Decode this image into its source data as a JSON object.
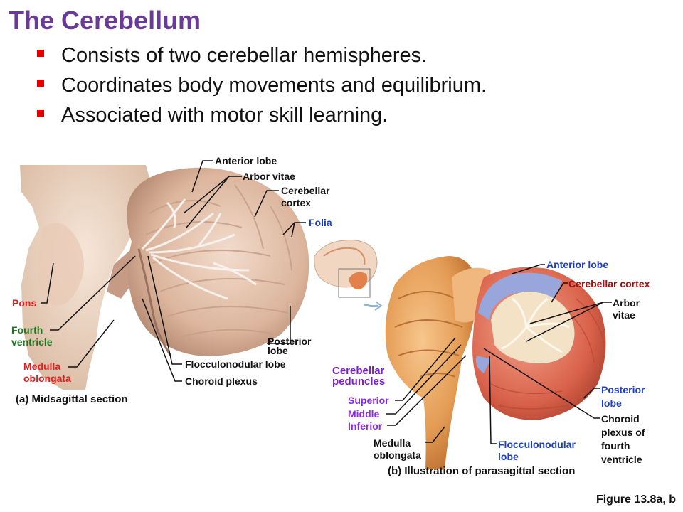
{
  "slide": {
    "title": "The Cerebellum",
    "bullets": [
      "Consists of two cerebellar hemispheres.",
      "Coordinates body movements and equilibrium.",
      "Associated with motor skill learning."
    ],
    "figure_ref": "Figure 13.8a, b"
  },
  "colors": {
    "title": "#6a3a98",
    "bullet": "#e00000",
    "label_red": "#e02020",
    "label_green": "#1e7a1e",
    "label_blue": "#1f3fbf",
    "label_purple": "#8a2be2"
  },
  "panel_a": {
    "caption": "(a) Midsagittal section",
    "labels": {
      "anterior_lobe": "Anterior lobe",
      "arbor_vitae": "Arbor vitae",
      "cerebellar_cortex_1": "Cerebellar",
      "cerebellar_cortex_2": "cortex",
      "folia": "Folia",
      "pons": "Pons",
      "fourth_ventricle_1": "Fourth",
      "fourth_ventricle_2": "ventricle",
      "medulla_1": "Medulla",
      "medulla_2": "oblongata",
      "posterior_lobe_1": "Posterior",
      "posterior_lobe_2": "lobe",
      "flocculonodular": "Flocculonodular lobe",
      "choroid_plexus": "Choroid plexus"
    }
  },
  "panel_b": {
    "caption": "(b) Illustration of parasagittal section",
    "labels": {
      "anterior_lobe": "Anterior lobe",
      "cerebellar_cortex": "Cerebellar cortex",
      "arbor_vitae_1": "Arbor",
      "arbor_vitae_2": "vitae",
      "peduncles_1": "Cerebellar",
      "peduncles_2": "peduncles",
      "superior": "Superior",
      "middle": "Middle",
      "inferior": "Inferior",
      "medulla_1": "Medulla",
      "medulla_2": "oblongata",
      "flocculonodular_1": "Flocculonodular",
      "flocculonodular_2": "lobe",
      "posterior_lobe_1": "Posterior",
      "posterior_lobe_2": "lobe",
      "choroid_1": "Choroid",
      "choroid_2": "plexus of",
      "choroid_3": "fourth",
      "choroid_4": "ventricle"
    }
  }
}
